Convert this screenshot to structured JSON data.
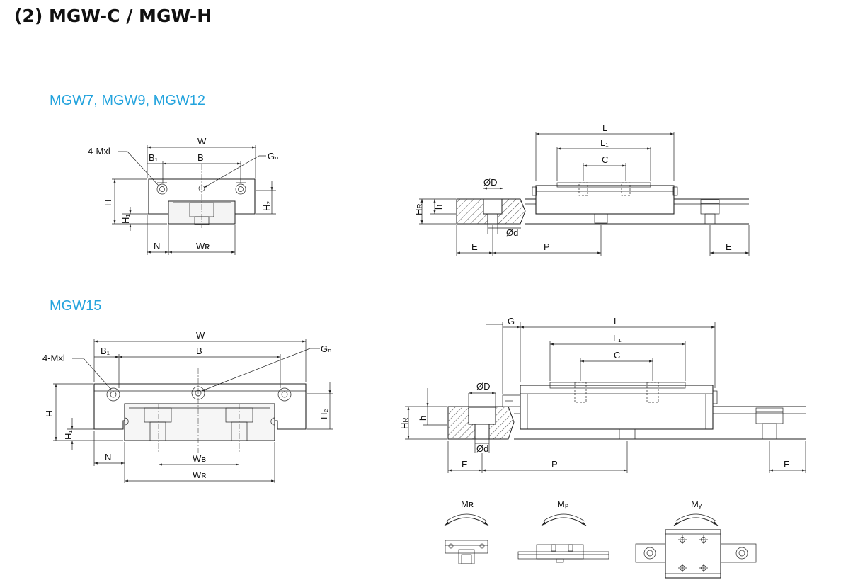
{
  "heading": "(2) MGW-C / MGW-H",
  "sections": {
    "small": {
      "title": "MGW7, MGW9, MGW12"
    },
    "large": {
      "title": "MGW15"
    }
  },
  "labels": {
    "W": "W",
    "B": "B",
    "B1": "B₁",
    "mxl": "4-Mxl",
    "gn": "Gₙ",
    "H": "H",
    "H1": "H₁",
    "H2": "H₂",
    "N": "N",
    "WR": "Wʀ",
    "WB": "Wʙ",
    "L": "L",
    "L1": "L₁",
    "C": "C",
    "G": "G",
    "phiD": "ØD",
    "phid": "Ød",
    "HR": "Hʀ",
    "h": "h",
    "E": "E",
    "P": "P",
    "MR": "Mʀ",
    "MP": "Mₚ",
    "MY": "Mᵧ"
  },
  "colors": {
    "section_title": "#23a3dd",
    "line": "#222222",
    "hatch": "#555555"
  }
}
